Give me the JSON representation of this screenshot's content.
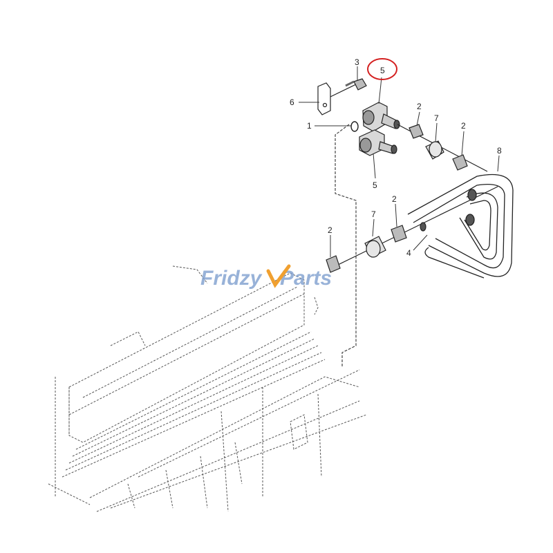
{
  "diagram": {
    "callouts": [
      {
        "id": "c3",
        "text": "3"
      },
      {
        "id": "c5a",
        "text": "5"
      },
      {
        "id": "c6",
        "text": "6"
      },
      {
        "id": "c1",
        "text": "1"
      },
      {
        "id": "c2a",
        "text": "2"
      },
      {
        "id": "c7a",
        "text": "7"
      },
      {
        "id": "c2b",
        "text": "2"
      },
      {
        "id": "c8",
        "text": "8"
      },
      {
        "id": "c5b",
        "text": "5"
      },
      {
        "id": "c7b",
        "text": "7"
      },
      {
        "id": "c2c",
        "text": "2"
      },
      {
        "id": "c2d",
        "text": "2"
      },
      {
        "id": "c4",
        "text": "4"
      }
    ],
    "highlight_color": "#d42020"
  },
  "watermark": {
    "text_a": "Fridzy",
    "text_b": "Parts",
    "color_a": "#7f9fcf",
    "color_b": "#f0a030"
  }
}
